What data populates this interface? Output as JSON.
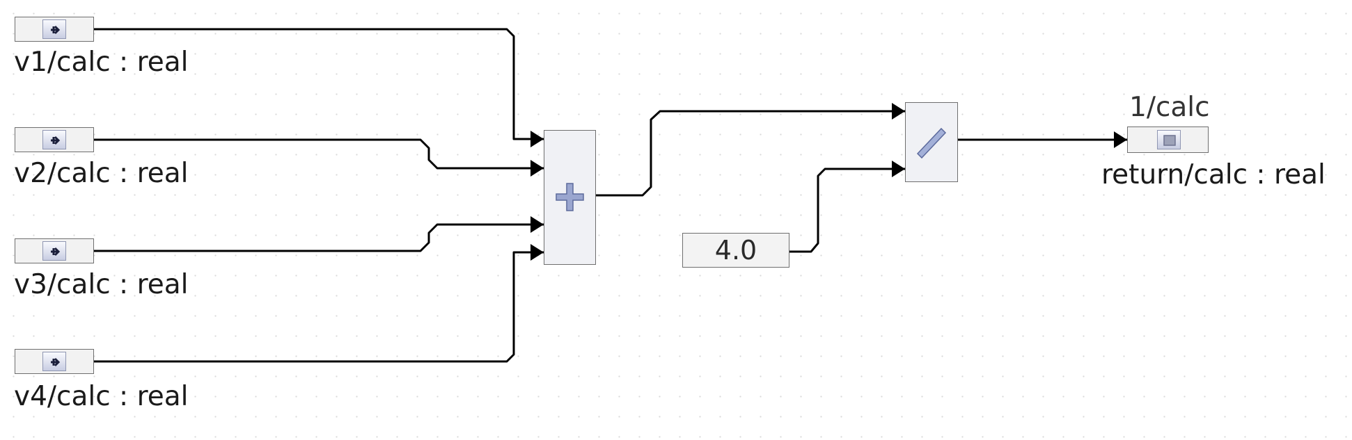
{
  "inputs": [
    {
      "label": "v1/calc : real"
    },
    {
      "label": "v2/calc : real"
    },
    {
      "label": "v3/calc : real"
    },
    {
      "label": "v4/calc : real"
    }
  ],
  "add_block": {
    "icon": "plus-icon"
  },
  "divide_block": {
    "icon": "divide-icon"
  },
  "constant": {
    "value": "4.0"
  },
  "output": {
    "index_label": "1/calc",
    "label": "return/calc : real",
    "icon": "output-port-icon"
  },
  "colors": {
    "wire": "#000000",
    "block_border": "#6e6e6e",
    "plus": "#8a96c2",
    "divide": "#8090c0",
    "grid_dot": "#d9d9d9"
  }
}
